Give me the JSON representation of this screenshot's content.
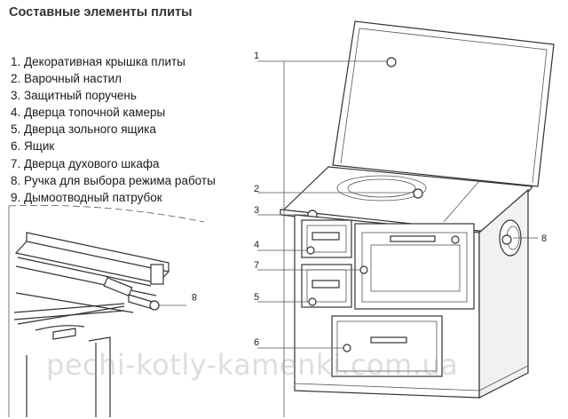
{
  "title": "Составные элементы плиты",
  "legend": [
    "1. Декоративная крышка плиты",
    "2. Варочный настил",
    "3. Защитный поручень",
    "4. Дверца топочной камеры",
    "5. Дверца зольного ящика",
    "6. Ящик",
    "7. Дверца духового шкафа",
    "8. Ручка для выбора режима работы",
    "9. Дымоотводный патрубок"
  ],
  "callouts": {
    "c1": "1",
    "c2": "2",
    "c3": "3",
    "c4": "4",
    "c5": "5",
    "c6": "6",
    "c7": "7",
    "c8": "8",
    "detail": "8"
  },
  "watermark": "pechi-kotly-kamenki.com.ua"
}
